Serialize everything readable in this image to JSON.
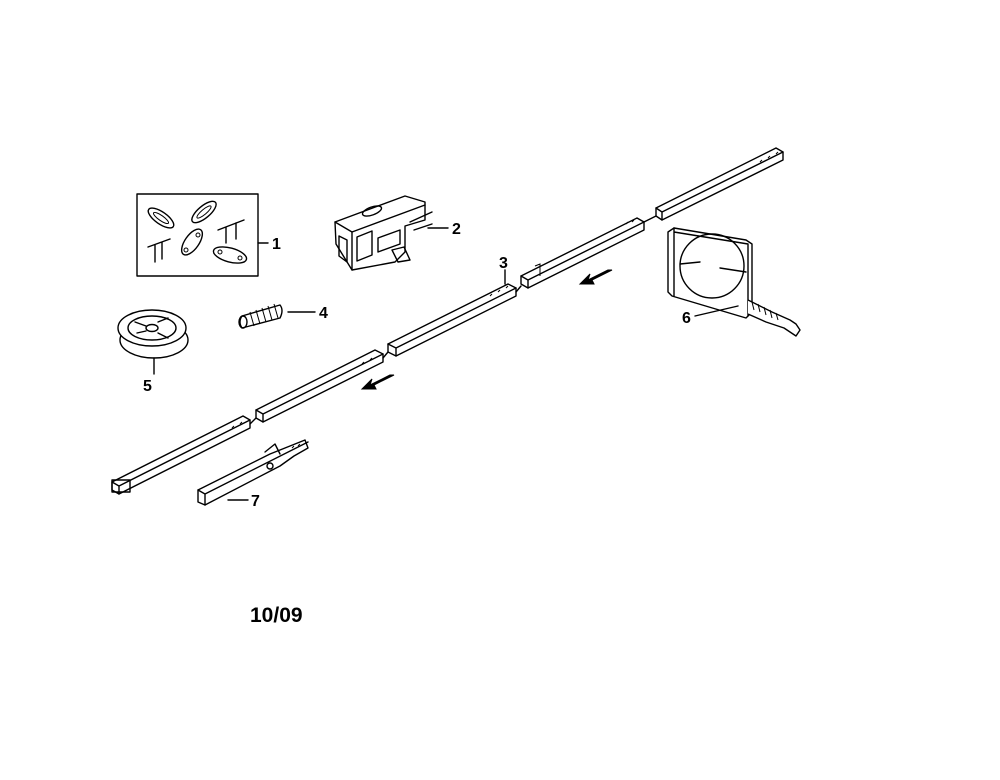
{
  "diagram": {
    "callouts": [
      {
        "id": "1",
        "text": "1"
      },
      {
        "id": "2",
        "text": "2"
      },
      {
        "id": "3",
        "text": "3"
      },
      {
        "id": "4",
        "text": "4"
      },
      {
        "id": "5",
        "text": "5"
      },
      {
        "id": "6",
        "text": "6"
      },
      {
        "id": "7",
        "text": "7"
      }
    ],
    "date_code": "10/09"
  }
}
